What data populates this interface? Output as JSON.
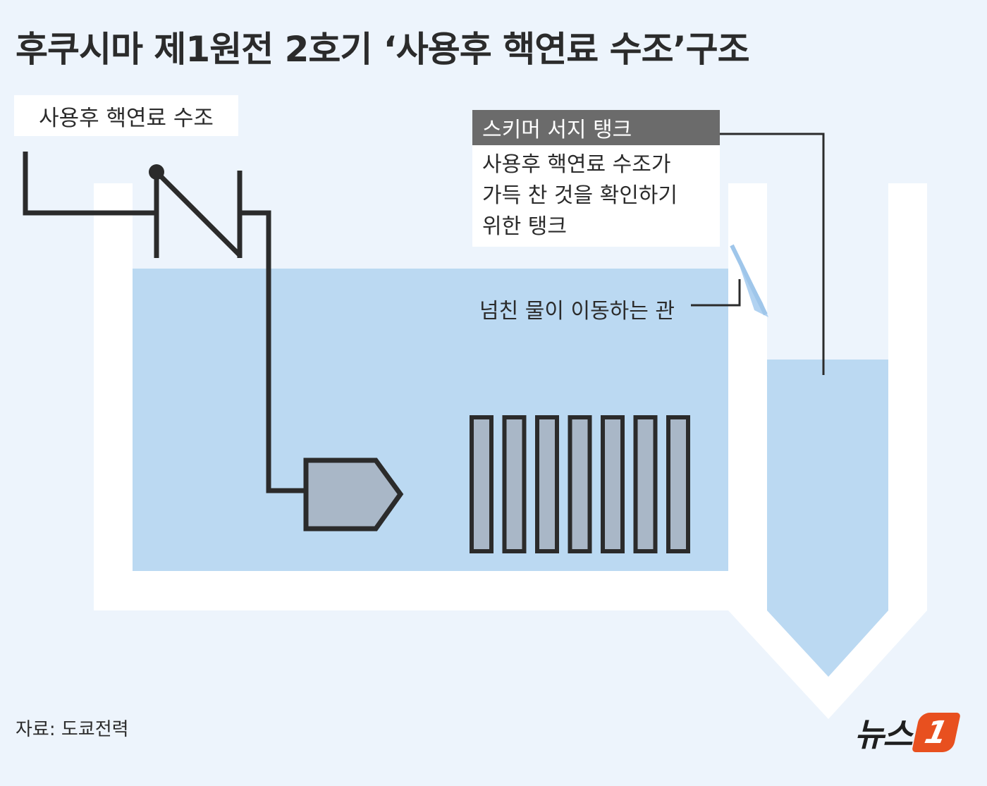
{
  "title": "후쿠시마 제1원전 2호기 ‘사용후 핵연료 수조’구조",
  "pool_label": "사용후 핵연료 수조",
  "skimmer": {
    "heading": "스키머 서지 탱크",
    "description_lines": [
      "사용후 핵연료 수조가",
      "가득 찬 것을 확인하기",
      "위한 탱크"
    ]
  },
  "overflow_pipe_label": "넘친 물이 이동하는 관",
  "source": "자료: 도쿄전력",
  "logo": {
    "text": "뉴스",
    "badge": "1"
  },
  "colors": {
    "background": "#edf4fc",
    "water": "#bbd9f2",
    "wall": "#ffffff",
    "fuel": "#a9b7c7",
    "line": "#2b2b2b",
    "logo_badge": "#e8501f"
  },
  "fuel_assembly_count": 7
}
